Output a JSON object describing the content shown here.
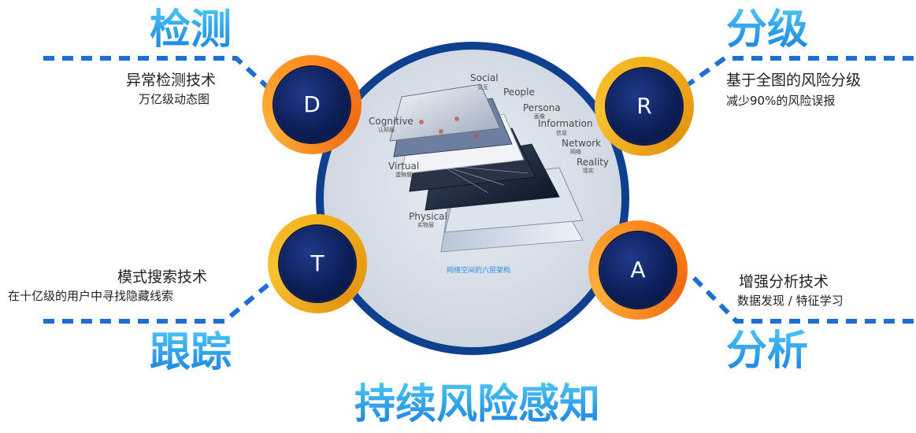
{
  "corners": {
    "top_left": {
      "title": "检测",
      "line1": "异常检测技术",
      "line2": "万亿级动态图",
      "letter": "D"
    },
    "top_right": {
      "title": "分级",
      "line1": "基于全图的风险分级",
      "line2": "减少90%的风险误报",
      "letter": "R"
    },
    "bottom_left": {
      "title": "跟踪",
      "line1": "模式搜索技术",
      "line2": "在十亿级的用户中寻找隐藏线索",
      "letter": "T"
    },
    "bottom_right": {
      "title": "分析",
      "line1": "增强分析技术",
      "line2": "数据发现 / 特征学习",
      "letter": "A"
    }
  },
  "center": {
    "caption": "网络空间的六层架构",
    "layers": [
      {
        "en": "Social",
        "zh": "交互"
      },
      {
        "en": "People",
        "zh": ""
      },
      {
        "en": "Persona",
        "zh": "画像"
      },
      {
        "en": "Information",
        "zh": "信息"
      },
      {
        "en": "Network",
        "zh": "网络"
      },
      {
        "en": "Reality",
        "zh": "现实"
      },
      {
        "en": "Cognitive",
        "zh": "认知层"
      },
      {
        "en": "Virtual",
        "zh": "虚拟层"
      },
      {
        "en": "Physical",
        "zh": "实物层"
      }
    ]
  },
  "footer_title": "持续风险感知",
  "colors": {
    "title_blue": "#1a8fe8",
    "dash_blue": "#1f6fd1",
    "circle_border": "#0f3f8f",
    "badge_orange": "#f47a18",
    "badge_yellow": "#eeaa1c",
    "badge_navy": "#0c1d55"
  }
}
